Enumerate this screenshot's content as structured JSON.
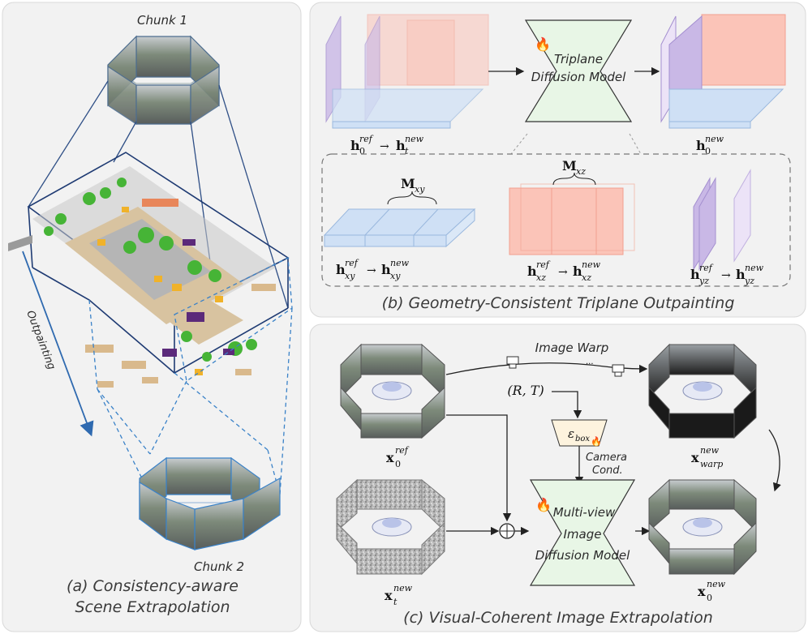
{
  "panel_a": {
    "chunk1": "Chunk 1",
    "chunk2": "Chunk 2",
    "outpainting": "Outpainting",
    "caption_line1": "(a) Consistency-aware",
    "caption_line2": "Scene Extrapolation"
  },
  "panel_b": {
    "model_line1": "Triplane",
    "model_line2": "Diffusion Model",
    "h_left_base": "h",
    "h_left_sub": "0",
    "h_left_sup": "ref",
    "h_left_arrow": "→",
    "h_left_t": "t",
    "h_left_new": "new",
    "h_right_sub": "0",
    "h_right_sup": "new",
    "mask_xy": "xy",
    "mask_xz": "xz",
    "mask_base": "M",
    "xy_sub": "xy",
    "xz_sub": "xz",
    "yz_sub": "yz",
    "ref": "ref",
    "new": "new",
    "caption": "(b) Geometry-Consistent Triplane Outpainting"
  },
  "panel_c": {
    "image_warp": "Image Warp",
    "rt": "(R, T)",
    "ebox_main": "ε",
    "ebox_sub": "box",
    "camera_cond_1": "Camera",
    "camera_cond_2": "Cond.",
    "mv_line1": "Multi-view",
    "mv_line2": "Image",
    "mv_line3": "Diffusion Model",
    "x_base": "x",
    "x_ref_sub": "0",
    "x_ref_sup": "ref",
    "x_warp_sub": "warp",
    "x_warp_sup": "new",
    "x_t_sub": "t",
    "x_t_sup": "new",
    "x_out_sub": "0",
    "x_out_sup": "new",
    "dots": "···",
    "caption": "(c) Visual-Coherent Image Extrapolation"
  },
  "colors": {
    "panel_bg": "#f2f2f2",
    "purple_plane": "#c9b8e6",
    "red_plane": "#fbc4b8",
    "blue_plane": "#cfe0f5",
    "model_green": "#e8f6e6",
    "arrow_blue": "#2f6ab0"
  },
  "icons": [
    "fire-icon",
    "camera-icon",
    "car-icon",
    "plus-circle-icon"
  ]
}
